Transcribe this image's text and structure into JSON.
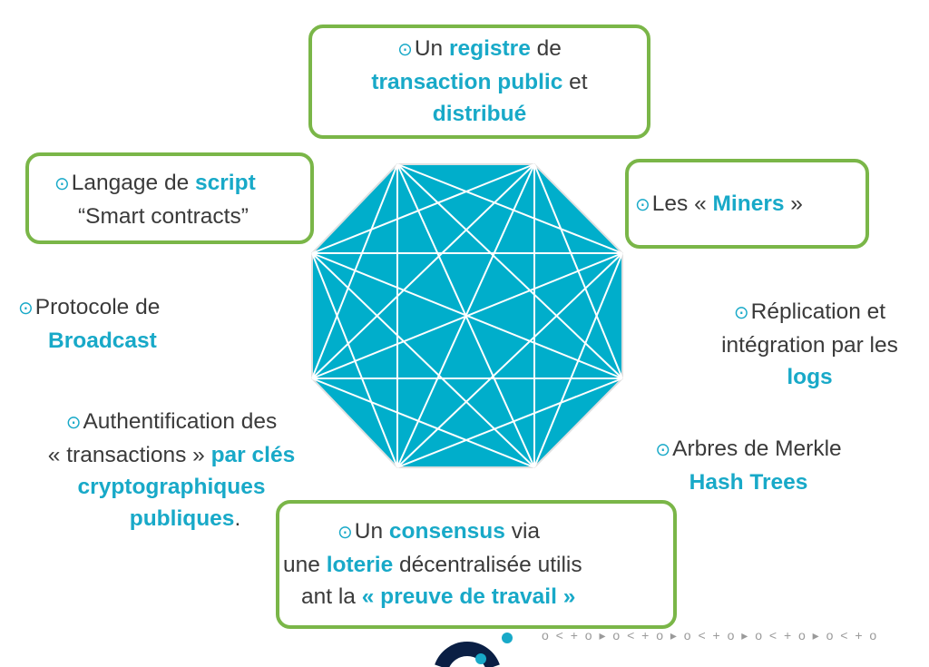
{
  "bullet_icon": "⊙",
  "colors": {
    "accent": "#18a9c8",
    "border": "#7ab648",
    "text": "#3a3a3a",
    "logo": "#0a1f44"
  },
  "items": {
    "registre": {
      "p1": "Un ",
      "h1": "registre",
      "p2": " de",
      "h2": "transaction public",
      "p3": " et",
      "h3": "distribué"
    },
    "script": {
      "p1": "Langage de ",
      "h1": "script",
      "p2": "“Smart contracts”"
    },
    "miners": {
      "p1": "Les « ",
      "h1": "Miners",
      "p2": " »"
    },
    "broadcast": {
      "p1": "Protocole de",
      "h1": "Broadcast"
    },
    "replication": {
      "p1": "Réplication et",
      "p2": "intégration par les",
      "h1": "logs"
    },
    "auth": {
      "p1": "Authentification des",
      "p2": "« transactions »  ",
      "h1": "par clés",
      "h2": "cryptographiques",
      "h3": "publiques",
      "p3": "."
    },
    "merkle": {
      "p1": "Arbres de Merkle",
      "h1": "Hash Trees"
    },
    "consensus": {
      "p1": "Un ",
      "h1": "consensus",
      "p2": " via",
      "p3": "une  ",
      "h2": "loterie",
      "p4": " décentralisée  utilis",
      "p5": "ant la ",
      "h3": "«  preuve de travail »"
    }
  },
  "footer_pattern": "o < + o ▸ o < + o ▸ o < + o ▸ o < + o ▸ o < + o"
}
